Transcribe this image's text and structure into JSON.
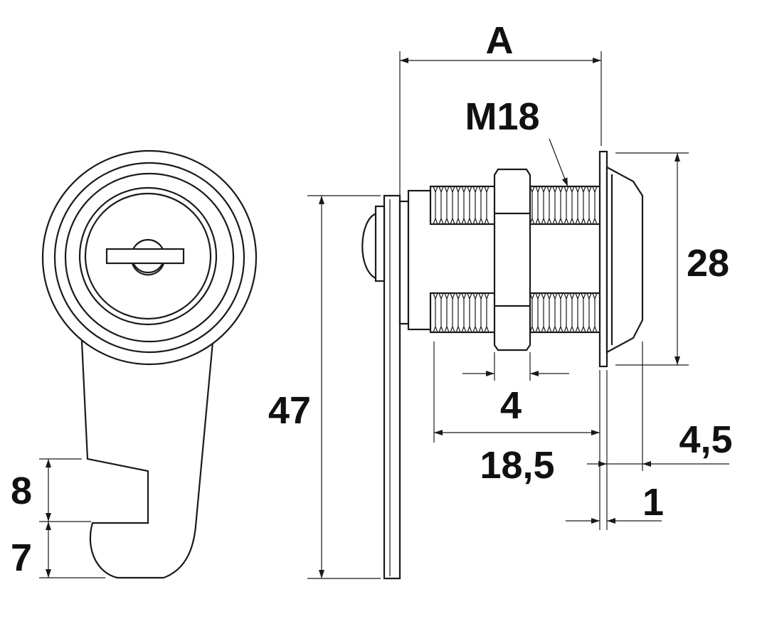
{
  "title": "Cam lock technical drawing",
  "dimensions": {
    "overall_length": "A",
    "thread": "M18",
    "head_diameter": "28",
    "cam_length": "47",
    "nut_thickness": "4",
    "thread_length": "18,5",
    "head_height": "4,5",
    "flange_thickness": "1",
    "cam_step": "8",
    "cam_hook": "7"
  },
  "colors": {
    "line": "#1a1a1a",
    "background": "#ffffff"
  }
}
